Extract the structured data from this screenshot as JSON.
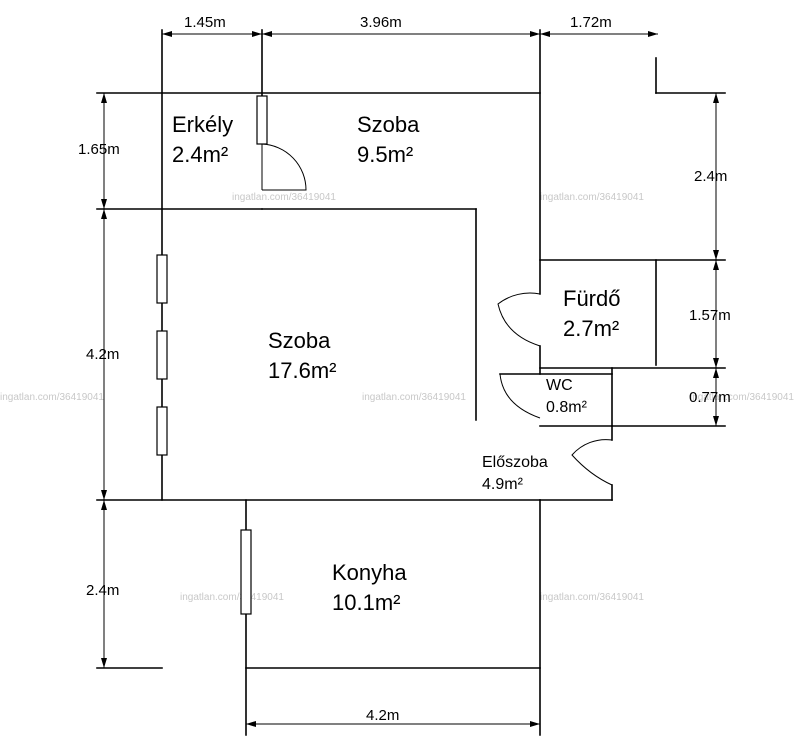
{
  "rooms": [
    {
      "name": "Erkély",
      "area": "2.4m²"
    },
    {
      "name": "Szoba",
      "area": "9.5m²"
    },
    {
      "name": "Szoba",
      "area": "17.6m²"
    },
    {
      "name": "Fürdő",
      "area": "2.7m²"
    },
    {
      "name": "WC",
      "area": "0.8m²"
    },
    {
      "name": "Előszoba",
      "area": "4.9m²"
    },
    {
      "name": "Konyha",
      "area": "10.1m²"
    }
  ],
  "dimensions": {
    "top": [
      "1.45m",
      "3.96m",
      "1.72m"
    ],
    "left": [
      "1.65m",
      "4.2m",
      "2.4m"
    ],
    "right": [
      "2.4m",
      "1.57m",
      "0.77m"
    ],
    "bottom": [
      "4.2m"
    ]
  },
  "watermark": "ingatlan.com/36419041"
}
